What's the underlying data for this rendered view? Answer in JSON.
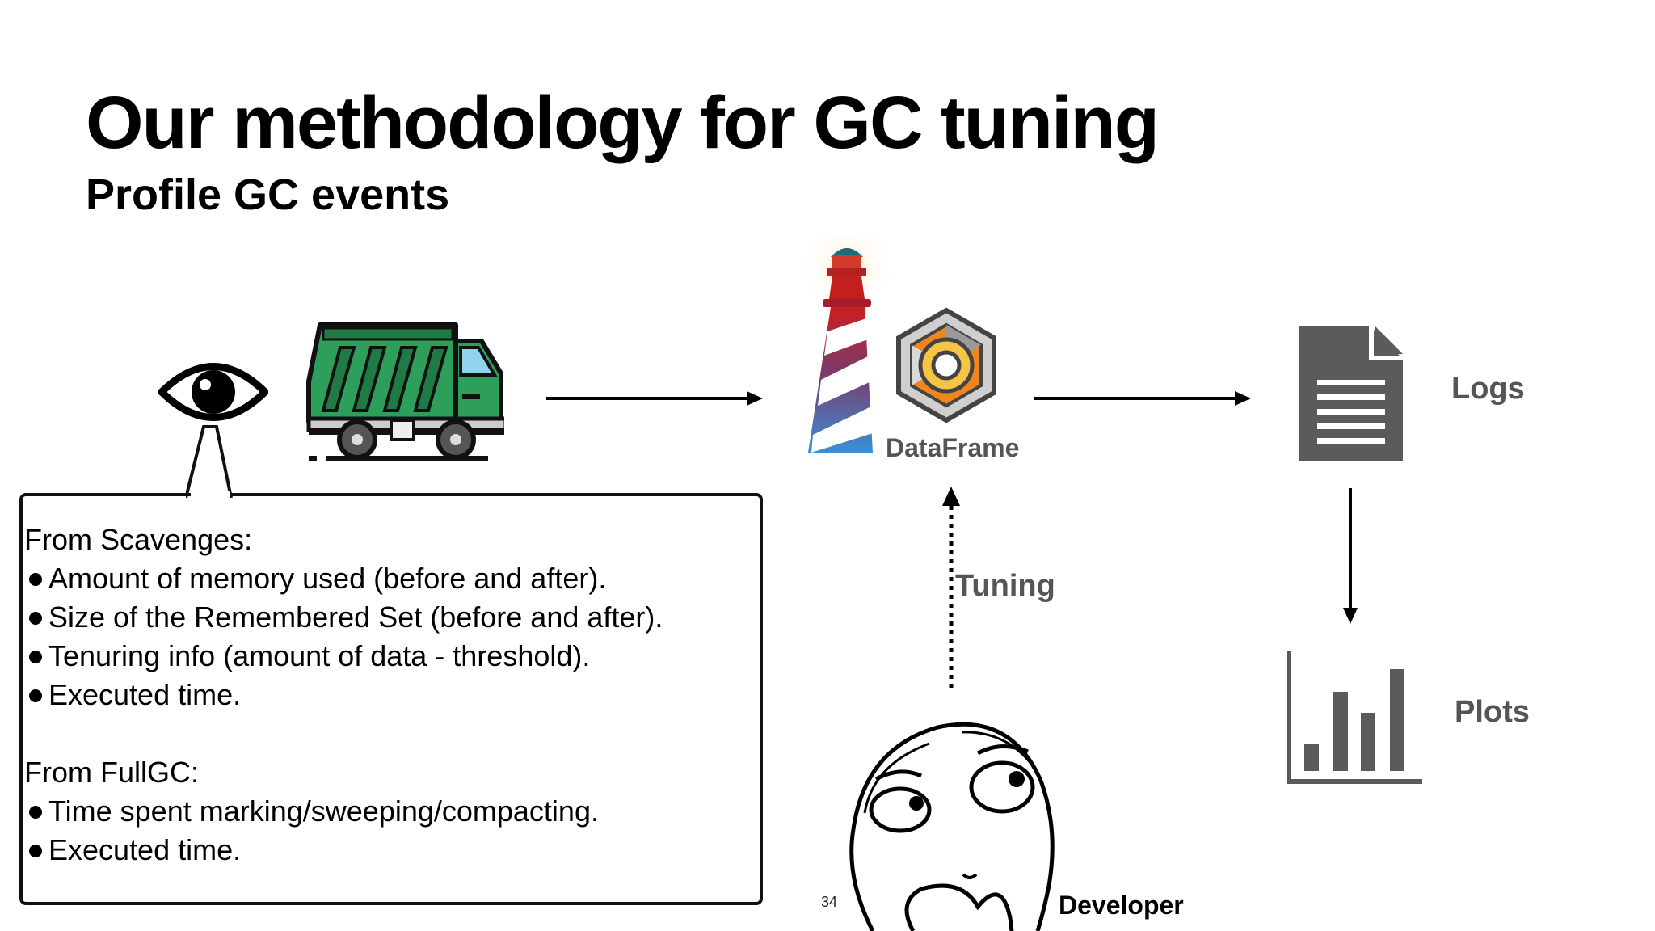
{
  "slide": {
    "title": "Our methodology for GC tuning",
    "subtitle": "Profile GC events",
    "page_number": "34"
  },
  "callout": {
    "scavenges_heading": "From Scavenges:",
    "scavenges_items": [
      "Amount of memory used (before and after).",
      "Size of the Remembered Set (before and after).",
      "Tenuring info (amount of data - threshold).",
      "Executed time."
    ],
    "fullgc_heading": "From FullGC:",
    "fullgc_items": [
      "Time spent marking/sweeping/compacting.",
      "Executed time."
    ]
  },
  "diagram": {
    "dataframe_label": "DataFrame",
    "logs_label": "Logs",
    "plots_label": "Plots",
    "tuning_label": "Tuning",
    "developer_label": "Developer",
    "icons": [
      "eye-icon",
      "garbage-truck-icon",
      "lighthouse-icon",
      "dataframe-logo-icon",
      "document-icon",
      "bar-chart-icon",
      "thinking-face-icon"
    ],
    "colors": {
      "truck_green": "#2e9e5b",
      "document_gray": "#5b5b5d",
      "logo_orange": "#f0861e",
      "logo_yellow": "#f6c445"
    }
  }
}
